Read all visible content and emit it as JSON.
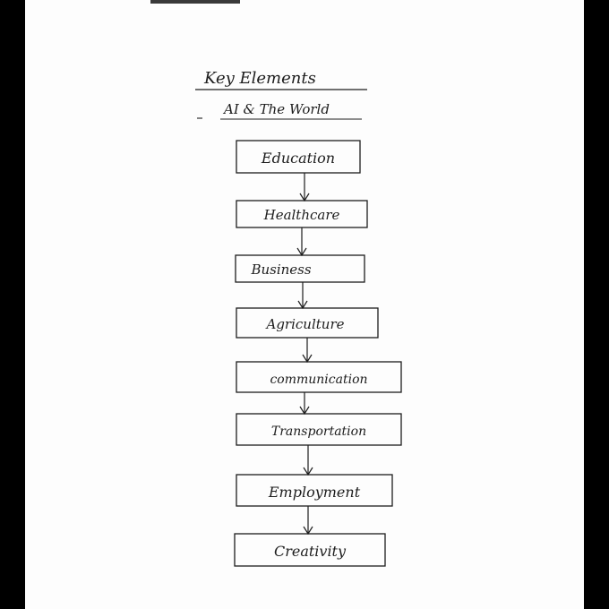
{
  "title": "Key Elements",
  "subtitle": "AI & The World",
  "steps": [
    "Education",
    "Healthcare",
    "Business",
    "Agriculture",
    "communication",
    "Transportation",
    "Employment",
    "Creativity"
  ]
}
